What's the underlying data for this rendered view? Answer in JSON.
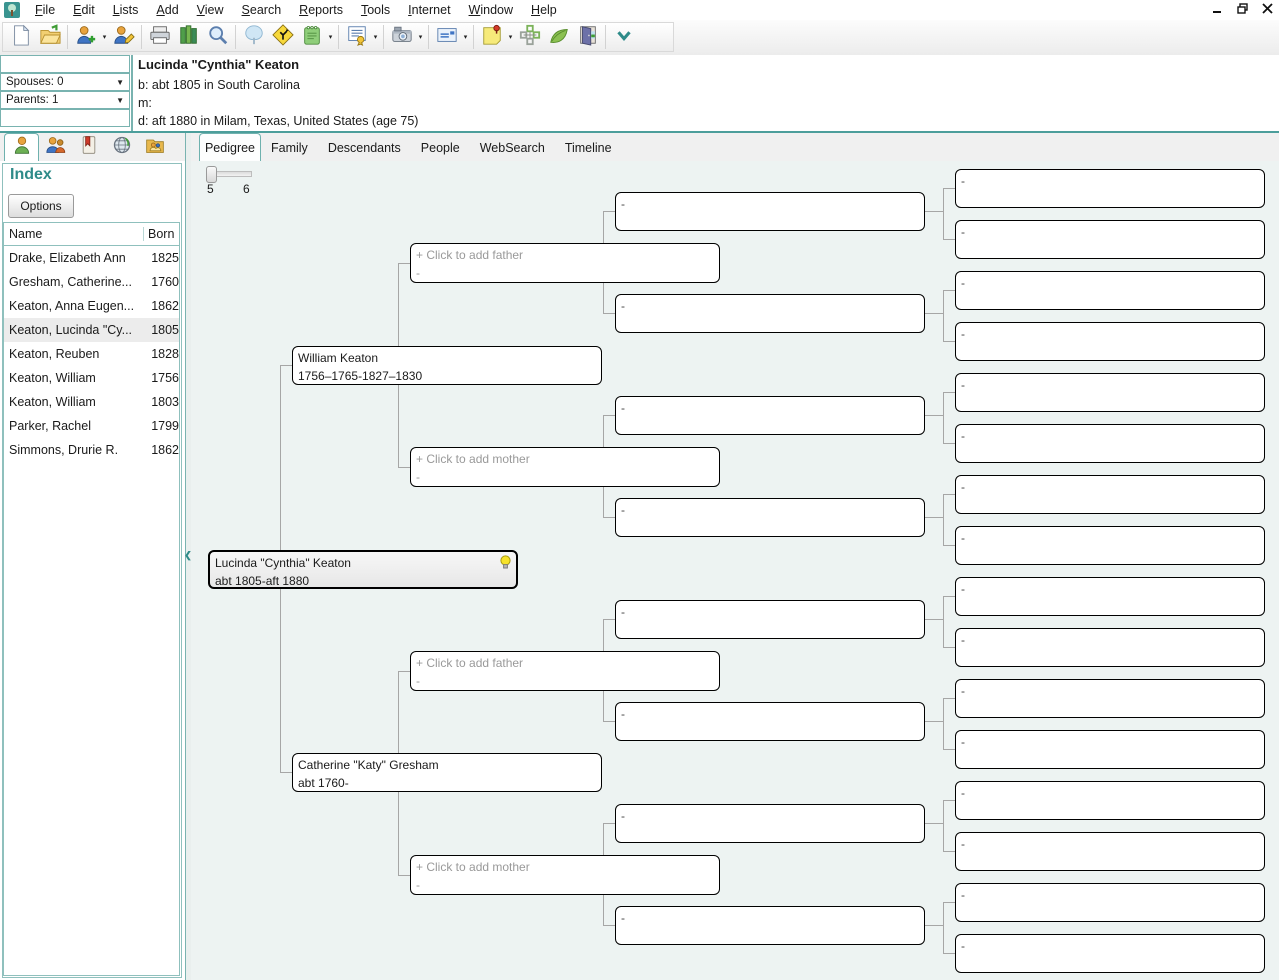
{
  "menu": {
    "items": [
      "File",
      "Edit",
      "Lists",
      "Add",
      "View",
      "Search",
      "Reports",
      "Tools",
      "Internet",
      "Window",
      "Help"
    ]
  },
  "window_controls": [
    "minimize",
    "restore",
    "close"
  ],
  "toolbar": {
    "buttons": [
      {
        "icon": "new-file-icon",
        "caret": false
      },
      {
        "icon": "open-folder-icon",
        "caret": false
      },
      {
        "icon": "add-person-icon",
        "caret": true
      },
      {
        "icon": "edit-person-icon",
        "caret": false
      },
      {
        "icon": "print-icon",
        "caret": false
      },
      {
        "icon": "books-icon",
        "caret": false
      },
      {
        "icon": "search-icon",
        "caret": false
      },
      {
        "icon": "tree-icon",
        "caret": false
      },
      {
        "icon": "merge-sign-icon",
        "caret": false
      },
      {
        "icon": "notepad-icon",
        "caret": true
      },
      {
        "icon": "certificate-icon",
        "caret": true
      },
      {
        "icon": "camera-icon",
        "caret": true
      },
      {
        "icon": "address-card-icon",
        "caret": true
      },
      {
        "icon": "sticky-note-icon",
        "caret": true
      },
      {
        "icon": "chart-squares-icon",
        "caret": false
      },
      {
        "icon": "leaf-icon",
        "caret": false
      },
      {
        "icon": "exit-door-icon",
        "caret": false
      },
      {
        "icon": "chevron-down-icon",
        "caret": false
      }
    ]
  },
  "summary": {
    "row1": "",
    "spouses": "Spouses: 0",
    "parents": "Parents: 1",
    "row4": ""
  },
  "header": {
    "name": "Lucinda \"Cynthia\" Keaton",
    "birth": "b: abt 1805 in South Carolina",
    "marriage": "m:",
    "death": "d: aft 1880 in Milam, Texas, United States (age 75)"
  },
  "sidebar": {
    "tabs": [
      "person-icon",
      "people-icon",
      "bookmark-book-icon",
      "globe-icon",
      "folder-people-icon"
    ],
    "active_tab": 0,
    "index": {
      "title": "Index",
      "options_label": "Options",
      "columns": [
        "Name",
        "Born"
      ],
      "rows": [
        {
          "name": "Drake, Elizabeth Ann",
          "born": "1825",
          "selected": false
        },
        {
          "name": "Gresham, Catherine...",
          "born": "1760",
          "selected": false
        },
        {
          "name": "Keaton, Anna Eugen...",
          "born": "1862",
          "selected": false
        },
        {
          "name": "Keaton, Lucinda \"Cy...",
          "born": "1805",
          "selected": true
        },
        {
          "name": "Keaton, Reuben",
          "born": "1828",
          "selected": false
        },
        {
          "name": "Keaton, William",
          "born": "1756",
          "selected": false
        },
        {
          "name": "Keaton, William",
          "born": "1803",
          "selected": false
        },
        {
          "name": "Parker, Rachel",
          "born": "1799",
          "selected": false
        },
        {
          "name": "Simmons, Drurie R.",
          "born": "1862",
          "selected": false
        }
      ]
    }
  },
  "main_tabs": [
    {
      "label": "Pedigree",
      "active": true
    },
    {
      "label": "Family",
      "active": false
    },
    {
      "label": "Descendants",
      "active": false
    },
    {
      "label": "People",
      "active": false
    },
    {
      "label": "WebSearch",
      "active": false
    },
    {
      "label": "Timeline",
      "active": false
    }
  ],
  "generation_slider": {
    "min_label": "5",
    "max_label": "6",
    "value": 5
  },
  "pedigree": {
    "root": {
      "name": "Lucinda \"Cynthia\" Keaton",
      "dates": "abt 1805-aft 1880",
      "selected": true,
      "hint_icon": "lightbulb-icon"
    },
    "father": {
      "name": "William Keaton",
      "dates": "1756–1765-1827–1830"
    },
    "mother": {
      "name": "Catherine \"Katy\" Gresham",
      "dates": "abt 1760-"
    },
    "add_father_label": "+ Click to add father",
    "add_mother_label": "+ Click to add mother",
    "empty_dash": "-"
  }
}
